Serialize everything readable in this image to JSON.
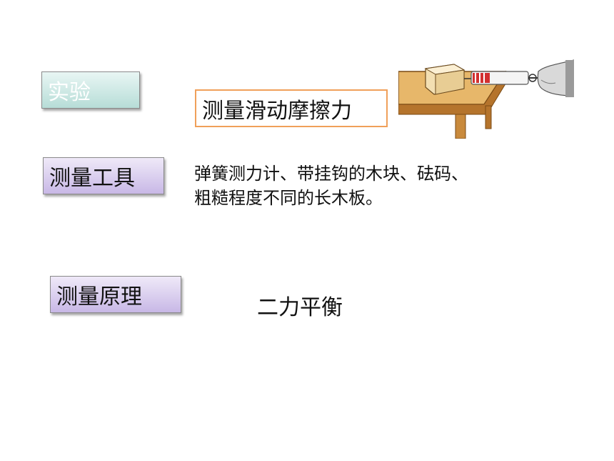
{
  "experiment": {
    "label": "实验"
  },
  "title": {
    "text": "测量滑动摩擦力"
  },
  "tools": {
    "label": "测量工具",
    "lines": [
      "弹簧测力计、带挂钩的木块、砝码、",
      "粗糙程度不同的长木板。"
    ]
  },
  "principle": {
    "label": "测量原理",
    "value": "二力平衡"
  },
  "illustration": {
    "icon": "spring-scale-pulling-block-icon",
    "colors": {
      "table": "#c98a3c",
      "block": "#f0d9a8",
      "spring": "#d23030",
      "hand": "#c8c8c8"
    }
  }
}
